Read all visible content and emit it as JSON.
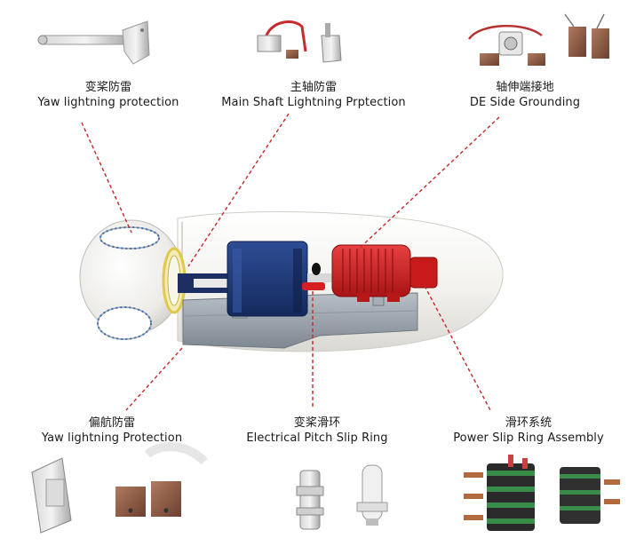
{
  "labels": {
    "yaw_top": {
      "zh": "变桨防雷",
      "en": "Yaw lightning protection"
    },
    "main_shaft": {
      "zh": "主轴防雷",
      "en": "Main Shaft Lightning Prptection"
    },
    "de_side": {
      "zh": "轴伸端接地",
      "en": "DE Side Grounding"
    },
    "yaw_bottom": {
      "zh": "偏航防雷",
      "en": "Yaw lightning Protection"
    },
    "pitch_ring": {
      "zh": "变桨滑环",
      "en": "Electrical Pitch Slip Ring"
    },
    "power_ring": {
      "zh": "滑环系统",
      "en": "Power Slip Ring Assembly"
    }
  },
  "colors": {
    "leader_line": "#c62828",
    "generator": "#d42020",
    "gearbox": "#1e3a78",
    "nacelle_base": "#9aa3ad",
    "hub": "#f4f4f2",
    "nacelle_shell": "#f7f6f2"
  }
}
